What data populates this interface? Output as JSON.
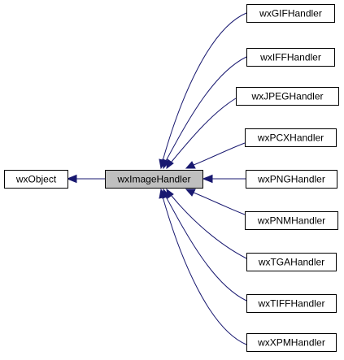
{
  "diagram": {
    "nodes": {
      "wxobject": "wxObject",
      "wximagehandler": "wxImageHandler",
      "wxgifhandler": "wxGIFHandler",
      "wxiffhandler": "wxIFFHandler",
      "wxjpeghandler": "wxJPEGHandler",
      "wxpcxhandler": "wxPCXHandler",
      "wxpnghandler": "wxPNGHandler",
      "wxpnmhandler": "wxPNMHandler",
      "wxtgahandler": "wxTGAHandler",
      "wxtiffhandler": "wxTIFFHandler",
      "wxxpmhandler": "wxXPMHandler"
    },
    "highlighted_node": "wximagehandler",
    "edges": [
      {
        "from": "wximagehandler",
        "to": "wxobject"
      },
      {
        "from": "wxgifhandler",
        "to": "wximagehandler"
      },
      {
        "from": "wxiffhandler",
        "to": "wximagehandler"
      },
      {
        "from": "wxjpeghandler",
        "to": "wximagehandler"
      },
      {
        "from": "wxpcxhandler",
        "to": "wximagehandler"
      },
      {
        "from": "wxpnghandler",
        "to": "wximagehandler"
      },
      {
        "from": "wxpnmhandler",
        "to": "wximagehandler"
      },
      {
        "from": "wxtgahandler",
        "to": "wximagehandler"
      },
      {
        "from": "wxtiffhandler",
        "to": "wximagehandler"
      },
      {
        "from": "wxxpmhandler",
        "to": "wximagehandler"
      }
    ],
    "colors": {
      "edge": "#191970",
      "highlight_fill": "#bfbfbf",
      "node_fill": "#ffffff",
      "node_border": "#000000"
    }
  }
}
